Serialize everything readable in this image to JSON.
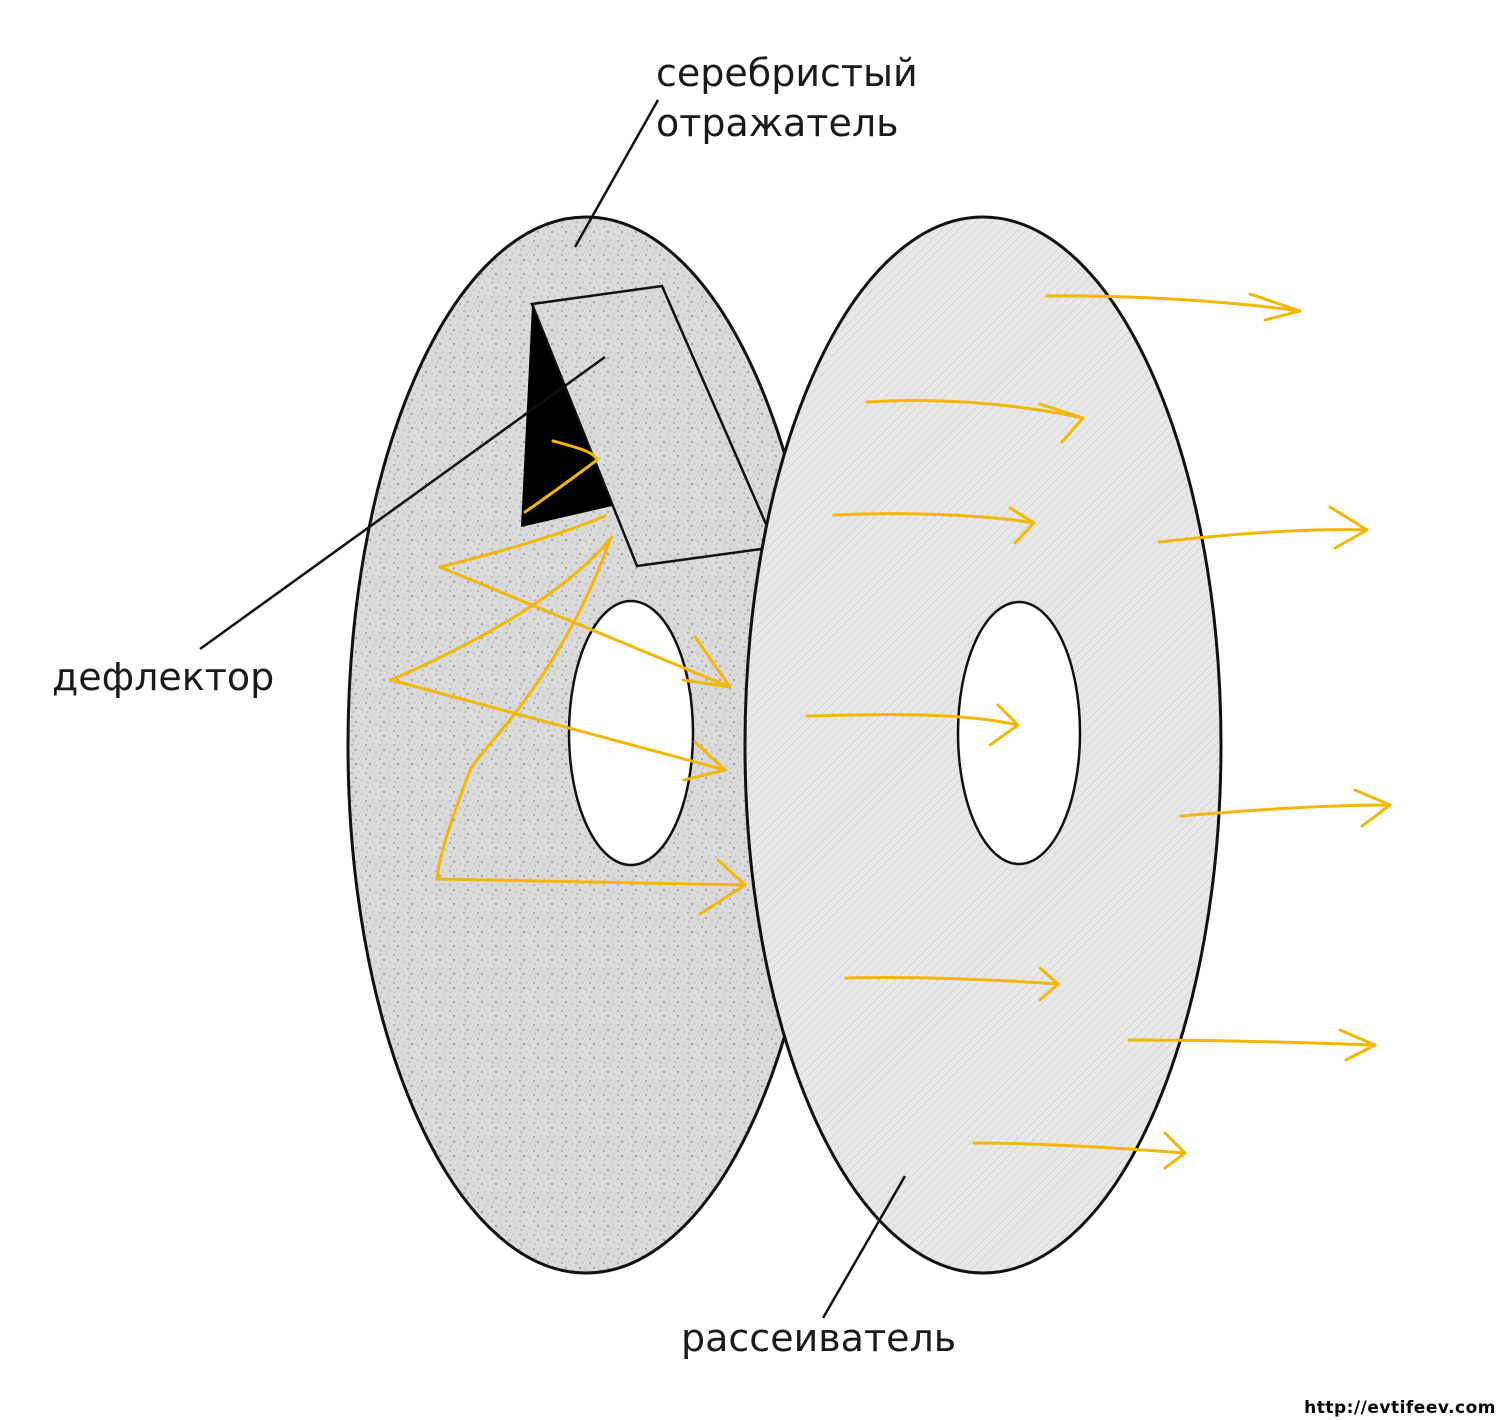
{
  "labels": {
    "reflector": [
      "серебристый",
      "отражатель"
    ],
    "deflector": "дефлектор",
    "diffuser": "рассеиватель"
  },
  "watermark": "http://evtifeev.com",
  "colors": {
    "reflector_fill": "#dcdcdc",
    "diffuser_fill": "#e6e6e6",
    "outline": "#111111",
    "light_ray": "#f2b705",
    "deflector": "#000000"
  }
}
